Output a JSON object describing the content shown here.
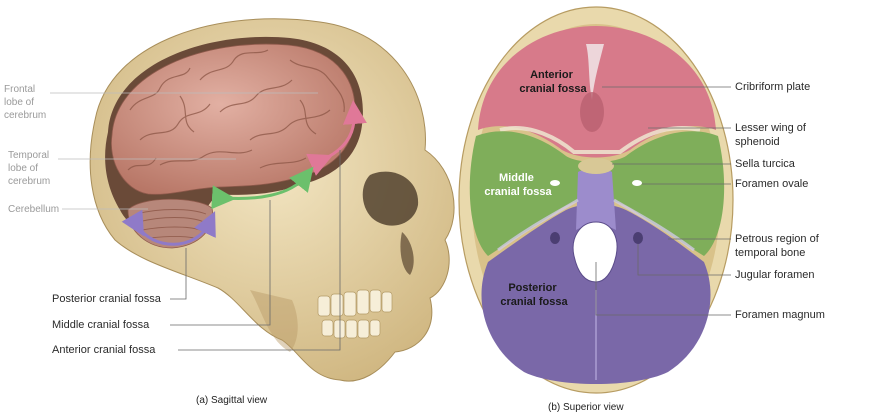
{
  "sagittal": {
    "caption": "(a) Sagittal view",
    "labels": {
      "frontal_lobe": [
        "Frontal",
        "lobe of",
        "cerebrum"
      ],
      "temporal_lobe": [
        "Temporal",
        "lobe of",
        "cerebrum"
      ],
      "cerebellum": "Cerebellum",
      "posterior_fossa": "Posterior cranial fossa",
      "middle_fossa": "Middle cranial fossa",
      "anterior_fossa": "Anterior cranial fossa"
    }
  },
  "superior": {
    "caption": "(b) Superior view",
    "regions": {
      "anterior": [
        "Anterior",
        "cranial fossa"
      ],
      "middle": [
        "Middle",
        "cranial fossa"
      ],
      "posterior": [
        "Posterior",
        "cranial fossa"
      ]
    },
    "labels": {
      "cribriform": "Cribriform plate",
      "lesser_wing": [
        "Lesser wing of",
        "sphenoid"
      ],
      "sella": "Sella turcica",
      "foramen_ovale": "Foramen ovale",
      "petrous": [
        "Petrous region of",
        "temporal bone"
      ],
      "jugular": "Jugular foramen",
      "magnum": "Foramen magnum"
    }
  },
  "colors": {
    "bone": "#e8d6a8",
    "brain": "#d49a8c",
    "anterior_fossa": "#d77a8a",
    "middle_fossa": "#7fae5a",
    "posterior_fossa": "#7a68a8",
    "arrow_pink": "#e07898",
    "arrow_green": "#6cc06c",
    "arrow_purple": "#8f7ac8"
  }
}
